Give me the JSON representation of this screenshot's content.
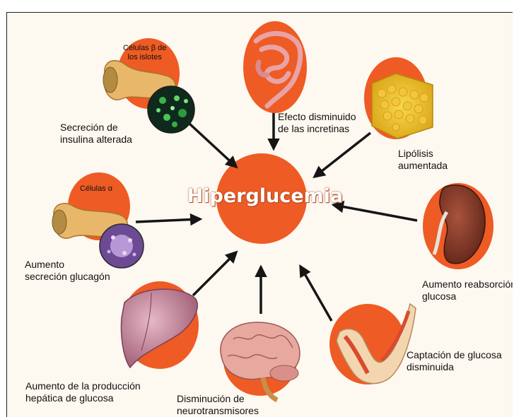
{
  "center": {
    "title": "Hiperglucemia"
  },
  "nodes": {
    "beta": {
      "label_1": "Secreción de",
      "label_2": "insulina alterada",
      "cell_1": "Células β de",
      "cell_2": "los islotes"
    },
    "incretins": {
      "label_1": "Efecto disminuido",
      "label_2": "de las incretinas"
    },
    "lipolysis": {
      "label_1": "Lipólisis",
      "label_2": "aumentada"
    },
    "alpha": {
      "label_1": "Aumento",
      "label_2": "secreción glucagón",
      "cell": "Células α"
    },
    "kidney": {
      "label_1": "Aumento reabsorción",
      "label_2": "glucosa"
    },
    "liver": {
      "label_1": "Aumento de la producción",
      "label_2": "hepática de glucosa"
    },
    "brain": {
      "label_1": "Disminución de",
      "label_2": "neurotransmisores"
    },
    "muscle": {
      "label_1": "Captación de glucosa",
      "label_2": "disminuida"
    }
  },
  "colors": {
    "orange": "#ee5b24",
    "arrow": "#151515",
    "background": "#fdf8f0"
  },
  "icons": [
    "pancreas-icon",
    "islet-cells-icon",
    "intestine-icon",
    "adipose-tissue-icon",
    "kidney-icon",
    "liver-icon",
    "brain-icon",
    "muscle-arm-icon"
  ]
}
